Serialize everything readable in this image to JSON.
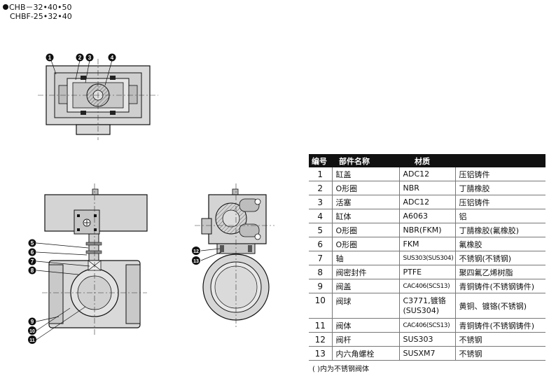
{
  "header": {
    "line1": "CHB－32•40•50",
    "line2": "CHBF-25•32•40"
  },
  "callouts": [
    "1",
    "2",
    "3",
    "4",
    "5",
    "6",
    "7",
    "8",
    "9",
    "10",
    "11",
    "12",
    "13"
  ],
  "table": {
    "headers": [
      "编号",
      "部件名称",
      "材质"
    ],
    "rows": [
      {
        "no": "1",
        "name": "缸盖",
        "mat_en": "ADC12",
        "mat_cn": "压铝铸件"
      },
      {
        "no": "2",
        "name": "O形圈",
        "mat_en": "NBR",
        "mat_cn": "丁腈橡胶"
      },
      {
        "no": "3",
        "name": "活塞",
        "mat_en": "ADC12",
        "mat_cn": "压铝铸件"
      },
      {
        "no": "4",
        "name": "缸体",
        "mat_en": "A6063",
        "mat_cn": "铝"
      },
      {
        "no": "5",
        "name": "O形圈",
        "mat_en": "NBR(FKM)",
        "mat_cn": "丁腈橡胶(氟橡胶)"
      },
      {
        "no": "6",
        "name": "O形圈",
        "mat_en": "FKM",
        "mat_cn": "氟橡胶"
      },
      {
        "no": "7",
        "name": "轴",
        "mat_en": "SUS303(SUS304)",
        "mat_cn": "不锈钢(不锈钢)"
      },
      {
        "no": "8",
        "name": "阀密封件",
        "mat_en": "PTFE",
        "mat_cn": "聚四氟乙烯树脂"
      },
      {
        "no": "9",
        "name": "阀盖",
        "mat_en": "CAC406(SCS13)",
        "mat_cn": "青铜铸件(不锈钢铸件)"
      },
      {
        "no": "10",
        "name": "阀球",
        "mat_en": "C3771,镀铬(SUS304)",
        "mat_cn": "黄铜、镀铬(不锈钢)"
      },
      {
        "no": "11",
        "name": "阀体",
        "mat_en": "CAC406(SCS13)",
        "mat_cn": "青铜铸件(不锈钢铸件)"
      },
      {
        "no": "12",
        "name": "阀杆",
        "mat_en": "SUS303",
        "mat_cn": "不锈钢"
      },
      {
        "no": "13",
        "name": "内六角螺栓",
        "mat_en": "SUSXM7",
        "mat_cn": "不锈钢"
      }
    ]
  },
  "note": "(  )内为不锈钢阀体"
}
